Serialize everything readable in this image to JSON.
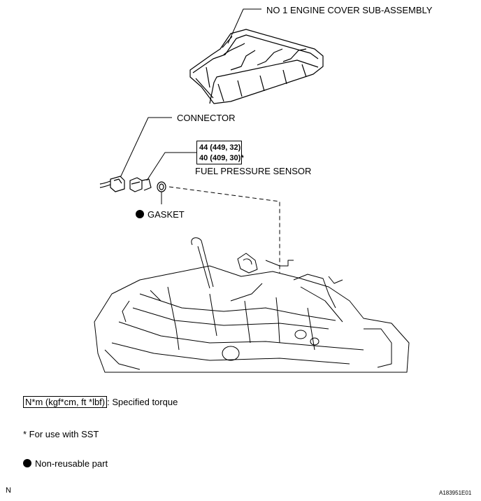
{
  "labels": {
    "engine_cover": "NO  1 ENGINE COVER SUB-ASSEMBLY",
    "connector": "CONNECTOR",
    "fuel_pressure_sensor": "FUEL PRESSURE SENSOR",
    "gasket": "GASKET"
  },
  "torque": {
    "line1": "44 (449, 32)",
    "line2": "40 (409, 30)*"
  },
  "legend": {
    "torque_unit": "N*m (kgf*cm, ft *lbf)",
    "torque_desc": ": Specified torque",
    "sst_note": "* For use with SST",
    "nonreusable": "Non-reusable part"
  },
  "footer": {
    "left_mark": "N",
    "figure_id": "A183951E01"
  }
}
